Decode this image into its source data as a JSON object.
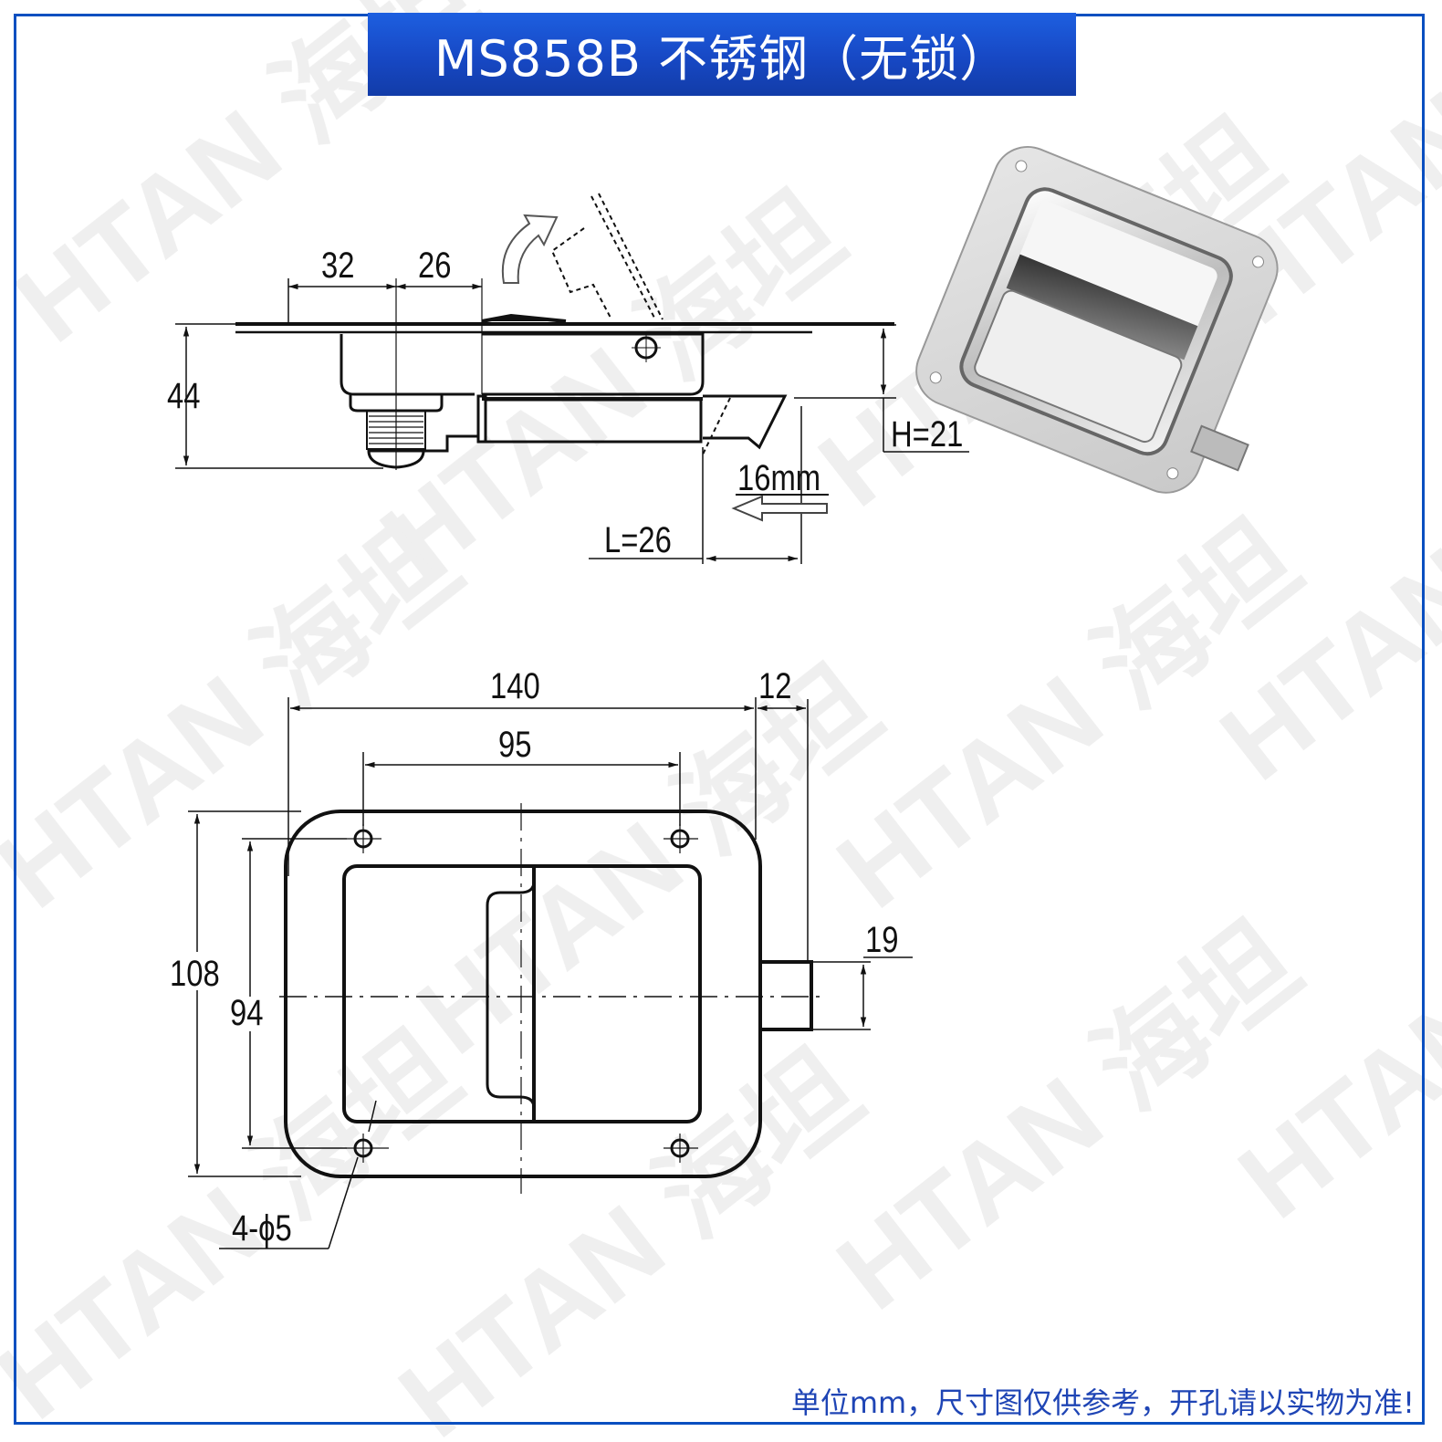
{
  "header": {
    "title": "MS858B 不锈钢（无锁）"
  },
  "watermark": {
    "brand_latin": "HTAN",
    "brand_cn": "海坦"
  },
  "side_view": {
    "dimensions": {
      "width_a": "32",
      "width_b": "26",
      "height_total": "44",
      "handle_height": "H=21",
      "bolt_travel": "16mm",
      "bolt_length": "L=26"
    },
    "icons": [
      "rotate-arrow-icon",
      "push-arrow-icon"
    ]
  },
  "photo": {
    "description": "stainless steel paddle latch product photo"
  },
  "front_view": {
    "dimensions": {
      "overall_width": "140",
      "hole_spacing_x": "95",
      "bolt_protrusion": "12",
      "overall_height": "108",
      "hole_spacing_y": "94",
      "bolt_width": "19",
      "mounting_holes": "4-ϕ5"
    }
  },
  "footer": {
    "note": "单位mm，尺寸图仅供参考，开孔请以实物为准!"
  },
  "colors": {
    "brand_blue": "#1748c4",
    "frame_blue": "#0a4fc0",
    "footer_text": "#1f45b5",
    "line": "#111111"
  }
}
